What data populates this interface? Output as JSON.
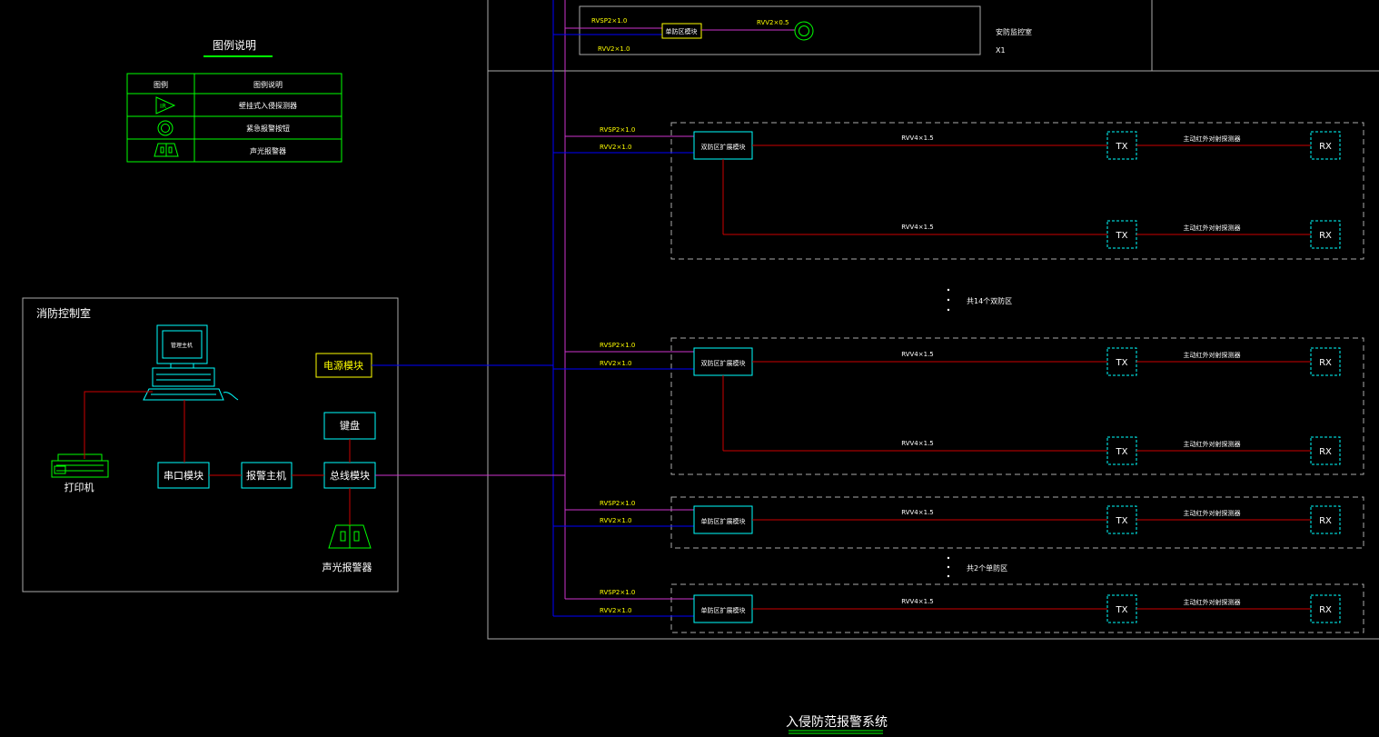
{
  "colors": {
    "background": "#000000",
    "wire_power": "#0000ff",
    "wire_bus": "#cc33cc",
    "wire_signal": "#cc0000",
    "module_border": "#00ffff",
    "legend": "#00ff00",
    "label_yellow": "#ffff00",
    "frame": "#aaaaaa"
  },
  "legend": {
    "title": "图例说明",
    "header_symbol": "图例",
    "header_desc": "图例说明",
    "rows": [
      {
        "icon": "ir-detector-icon",
        "symbol_text": "IR",
        "desc": "壁挂式入侵探测器"
      },
      {
        "icon": "emergency-button-icon",
        "symbol_text": "",
        "desc": "紧急报警按钮"
      },
      {
        "icon": "strobe-siren-icon",
        "symbol_text": "",
        "desc": "声光报警器"
      }
    ]
  },
  "control_room": {
    "title": "消防控制室",
    "monitor_label": "管理主机",
    "power_module": "电源模块",
    "keyboard": "键盘",
    "serial_module": "串口模块",
    "alarm_host": "报警主机",
    "bus_module": "总线模块",
    "printer": "打印机",
    "strobe_siren": "声光报警器"
  },
  "top_room": {
    "name": "安防监控室",
    "code": "X1",
    "module": "单防区模块",
    "cable_rvsp": "RVSP2×1.0",
    "cable_rvv": "RVV2×1.0",
    "button_cable": "RVV2×0.5"
  },
  "zone_group": {
    "cable_rvsp": "RVSP2×1.0",
    "cable_rvv": "RVV2×1.0",
    "cable_signal": "RVV4×1.5",
    "dual_module": "双防区扩展模块",
    "single_module": "单防区扩展模块",
    "tx": "TX",
    "rx": "RX",
    "beam_label": "主动红外对射探测器",
    "note_dual": "共14个双防区",
    "note_single": "共2个单防区"
  },
  "footer_title": "入侵防范报警系统"
}
